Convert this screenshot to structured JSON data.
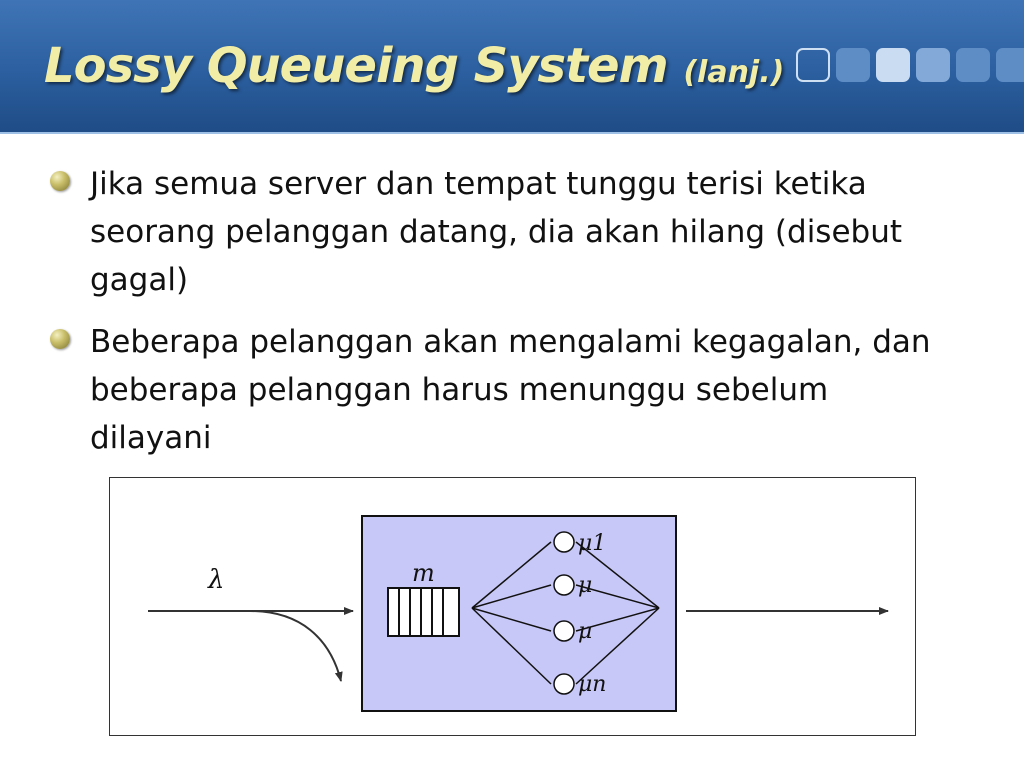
{
  "slide": {
    "title": "Lossy Queueing System",
    "title_suffix": "(lanj.)",
    "bullets": [
      "Jika semua server dan tempat tunggu terisi ketika seorang pelanggan datang, dia akan hilang (disebut gagal)",
      "Beberapa pelanggan akan mengalami kegagalan, dan beberapa pelanggan harus menunggu sebelum dilayani"
    ],
    "colors": {
      "header": "#2b5f9f",
      "title_text": "#f2eda6",
      "bullet": "#c9bf6a",
      "system_box": "#c8c8f8"
    }
  },
  "diagram": {
    "arrival_rate": "λ",
    "buffer_size": "m",
    "service_rates": [
      "μ1",
      "μ",
      "μ",
      "μn"
    ]
  }
}
